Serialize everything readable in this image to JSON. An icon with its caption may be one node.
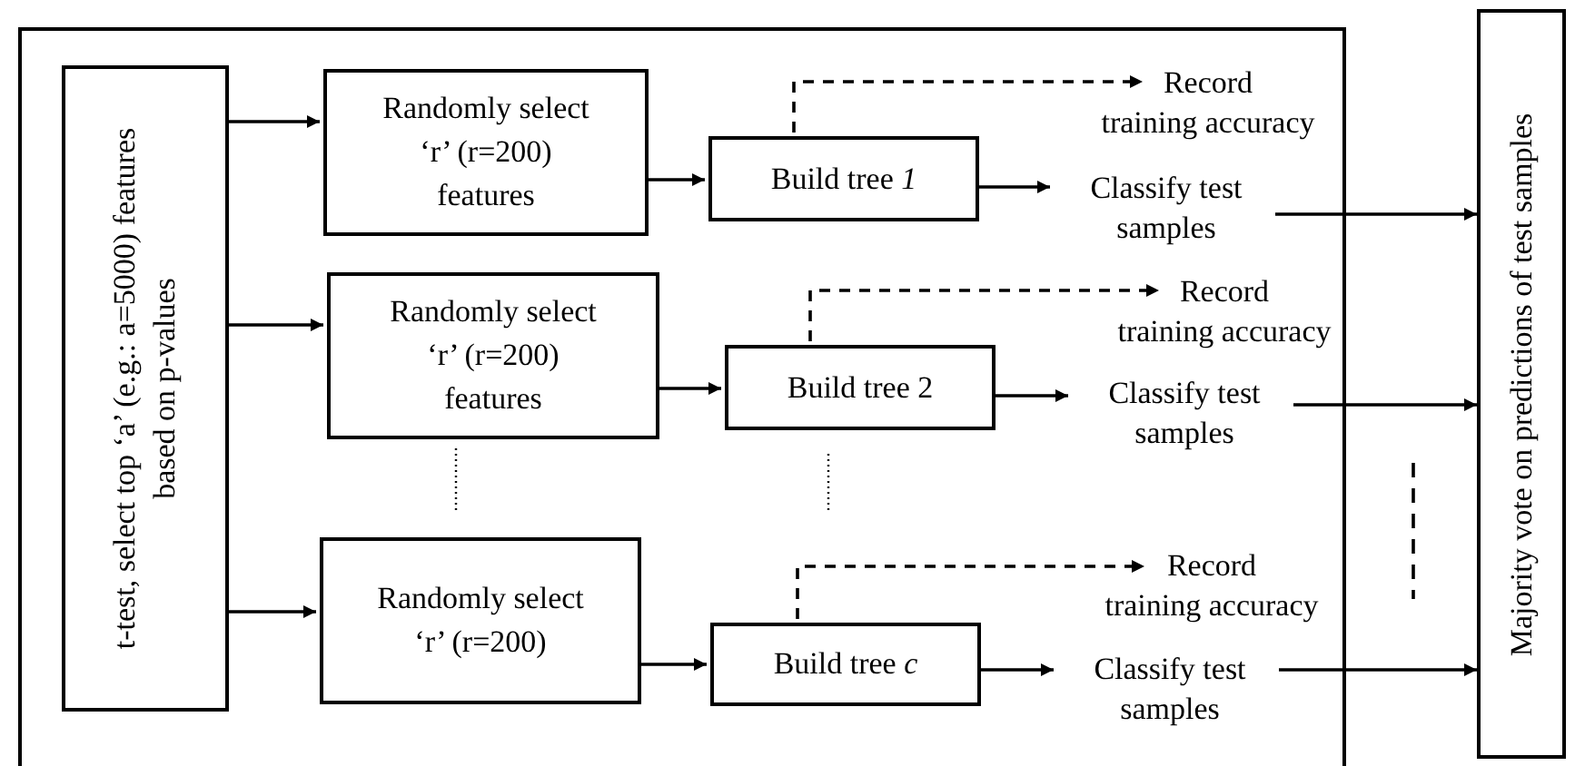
{
  "diagram": {
    "nodes": [
      {
        "text": [],
        "shape": "box"
      },
      {
        "text": [
          "t-test, select top ‘a’ (e.g.: a=5000) features based on p-values"
        ],
        "in": 0
      },
      {
        "text": [
          "Randomly select ‘r’ (r=200) features"
        ],
        "in": 0
      },
      {
        "text": [
          "Randomly select ‘r’ (r=200) features"
        ],
        "in": 0
      },
      {
        "text": [
          "Randomly select ‘r’ (r=200)"
        ],
        "in": 0
      },
      {
        "text": [
          "Build tree *1*"
        ],
        "in": 0
      },
      {
        "text": [
          "Build tree 2"
        ],
        "in": 0
      },
      {
        "text": [
          "Build tree *c*"
        ],
        "in": 0
      },
      {
        "text": [
          "Record",
          "training accuracy"
        ],
        "in": 0
      },
      {
        "text": [
          "Record",
          "training accuracy"
        ],
        "in": 0
      },
      {
        "text": [
          "Record",
          "training accuracy"
        ],
        "in": 0
      },
      {
        "text": [
          "Classify test samples"
        ],
        "in": 0
      },
      {
        "text": [
          "Classify test samples"
        ],
        "in": 0
      },
      {
        "text": [
          "Classify test samples"
        ],
        "in": 0
      },
      {
        "text": [
          "Majority vote on predictions of test samples"
        ]
      }
    ],
    "edges": [
      {
        "from": 1,
        "to": 2,
        "arrow": "to"
      },
      {
        "from": 1,
        "to": 3,
        "arrow": "to"
      },
      {
        "from": 1,
        "to": 4,
        "arrow": "to"
      },
      {
        "from": 2,
        "to": 5,
        "arrow": "to"
      },
      {
        "from": 3,
        "to": 6,
        "arrow": "to"
      },
      {
        "from": 4,
        "to": 7,
        "arrow": "to"
      },
      {
        "from": 5,
        "to": 8,
        "arrow": "to",
        "style": "dashed"
      },
      {
        "from": 6,
        "to": 9,
        "arrow": "to",
        "style": "dashed"
      },
      {
        "from": 7,
        "to": 10,
        "arrow": "to",
        "style": "dashed"
      },
      {
        "from": 5,
        "to": 11,
        "arrow": "to"
      },
      {
        "from": 6,
        "to": 12,
        "arrow": "to"
      },
      {
        "from": 7,
        "to": 13,
        "arrow": "to"
      },
      {
        "from": 11,
        "to": 14,
        "arrow": "to"
      },
      {
        "from": 12,
        "to": 14,
        "arrow": "to"
      },
      {
        "from": 13,
        "to": 14,
        "arrow": "to"
      }
    ]
  }
}
